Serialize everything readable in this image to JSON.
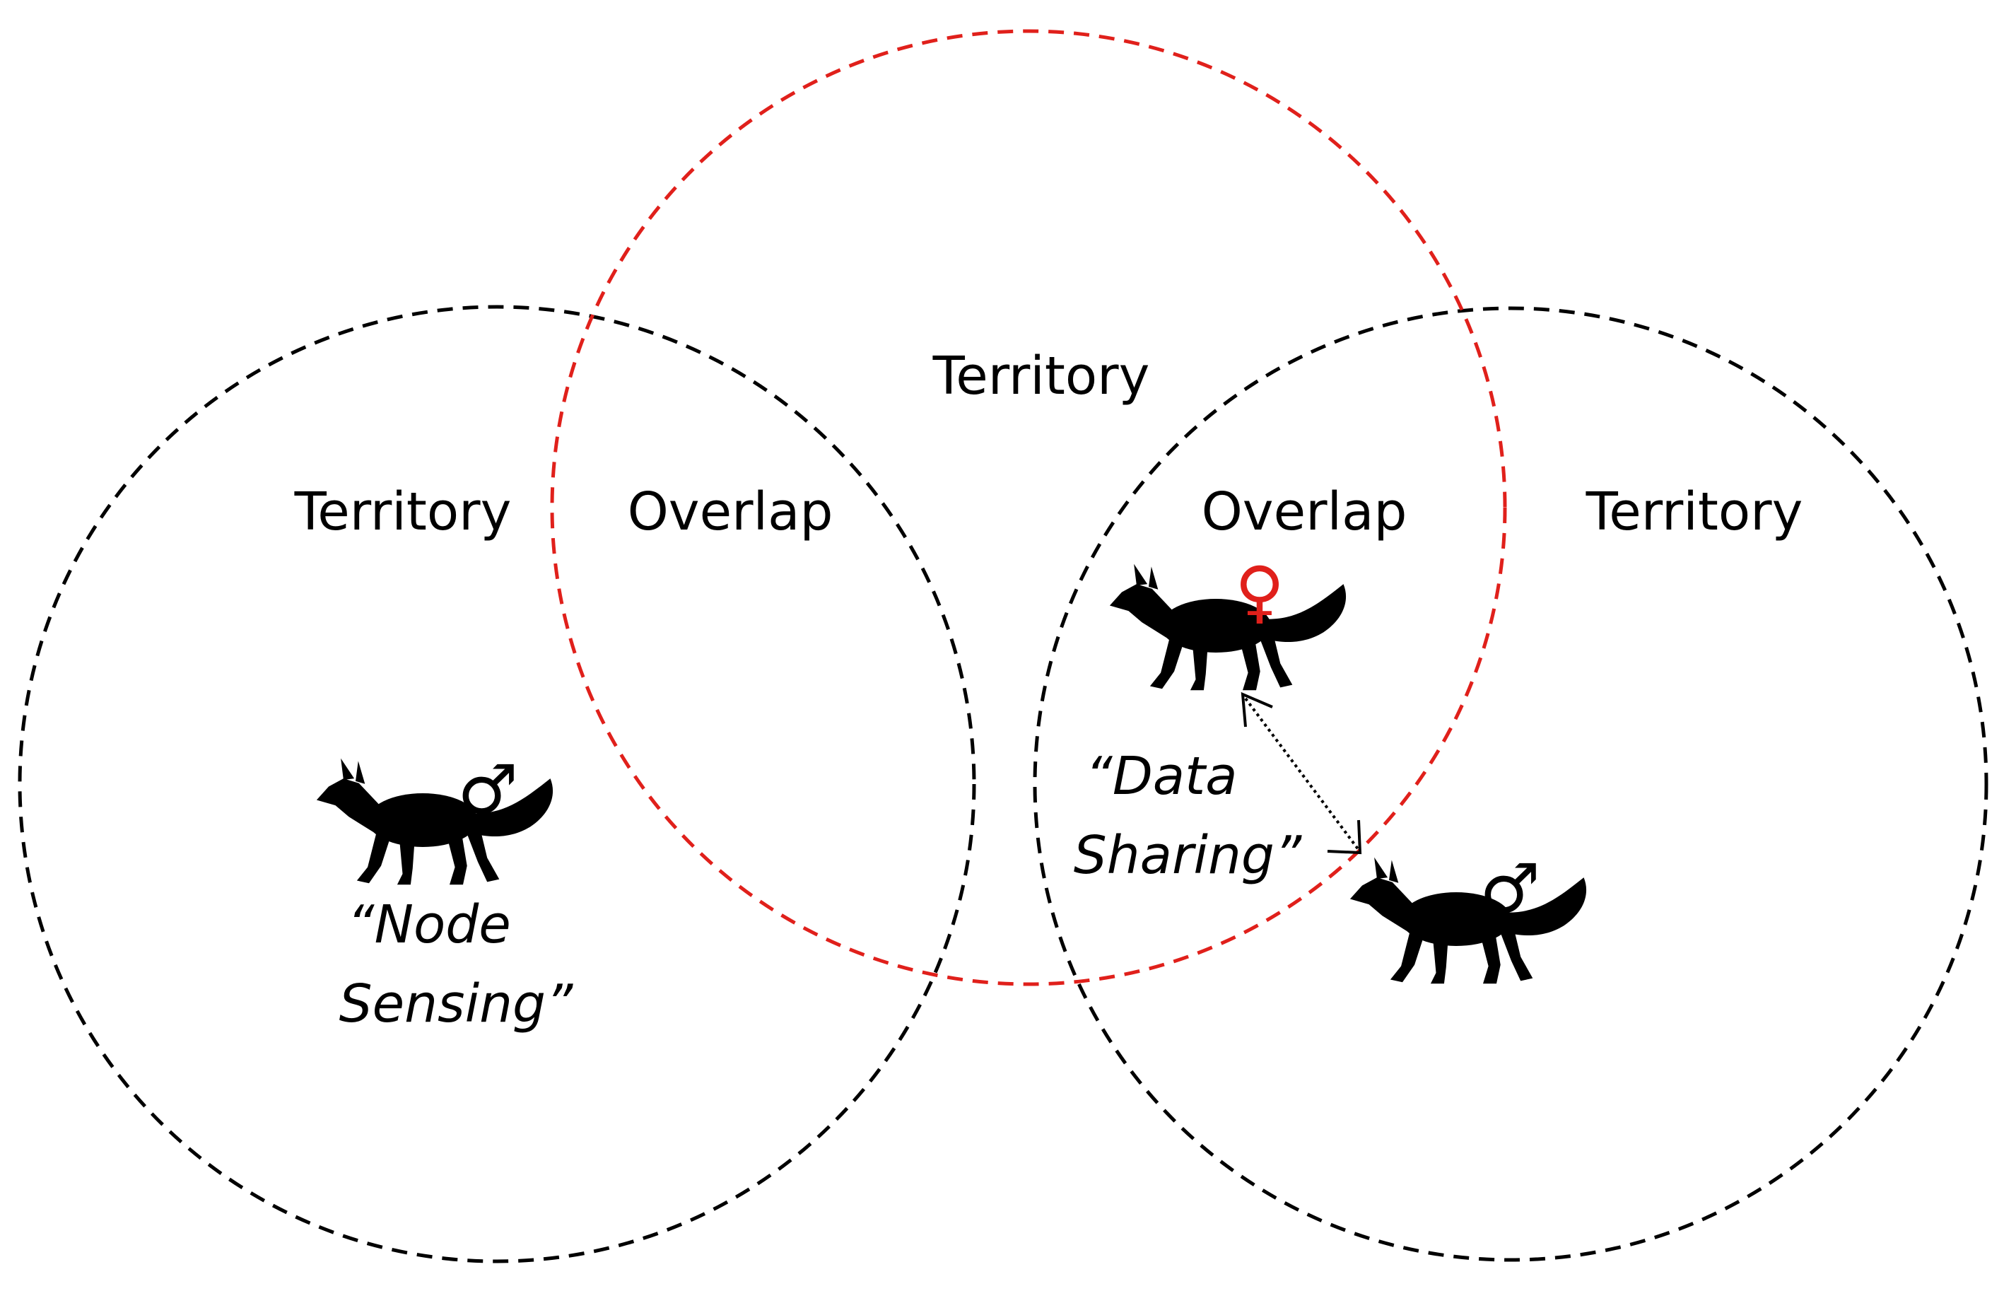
{
  "colors": {
    "territory_outline": "#000000",
    "female_territory_outline": "#e0201b",
    "female_symbol": "#e0201b",
    "male_symbol": "#000000",
    "animal": "#000000",
    "arrow": "#000000"
  },
  "icons": {
    "animal": "fox-silhouette-icon",
    "male": "male-symbol-icon",
    "female": "female-symbol-icon",
    "arrow": "double-headed-dotted-arrow-icon"
  },
  "labels": {
    "left_territory": "Territory",
    "left_overlap": "Overlap",
    "center_territory": "Territory",
    "right_overlap": "Overlap",
    "right_territory": "Territory"
  },
  "captions": {
    "node_sensing_line1": "“Node",
    "node_sensing_line2": "Sensing”",
    "data_sharing_line1": "“Data",
    "data_sharing_line2": "Sharing”"
  },
  "symbols": {
    "male": "♂",
    "female": "♀"
  }
}
